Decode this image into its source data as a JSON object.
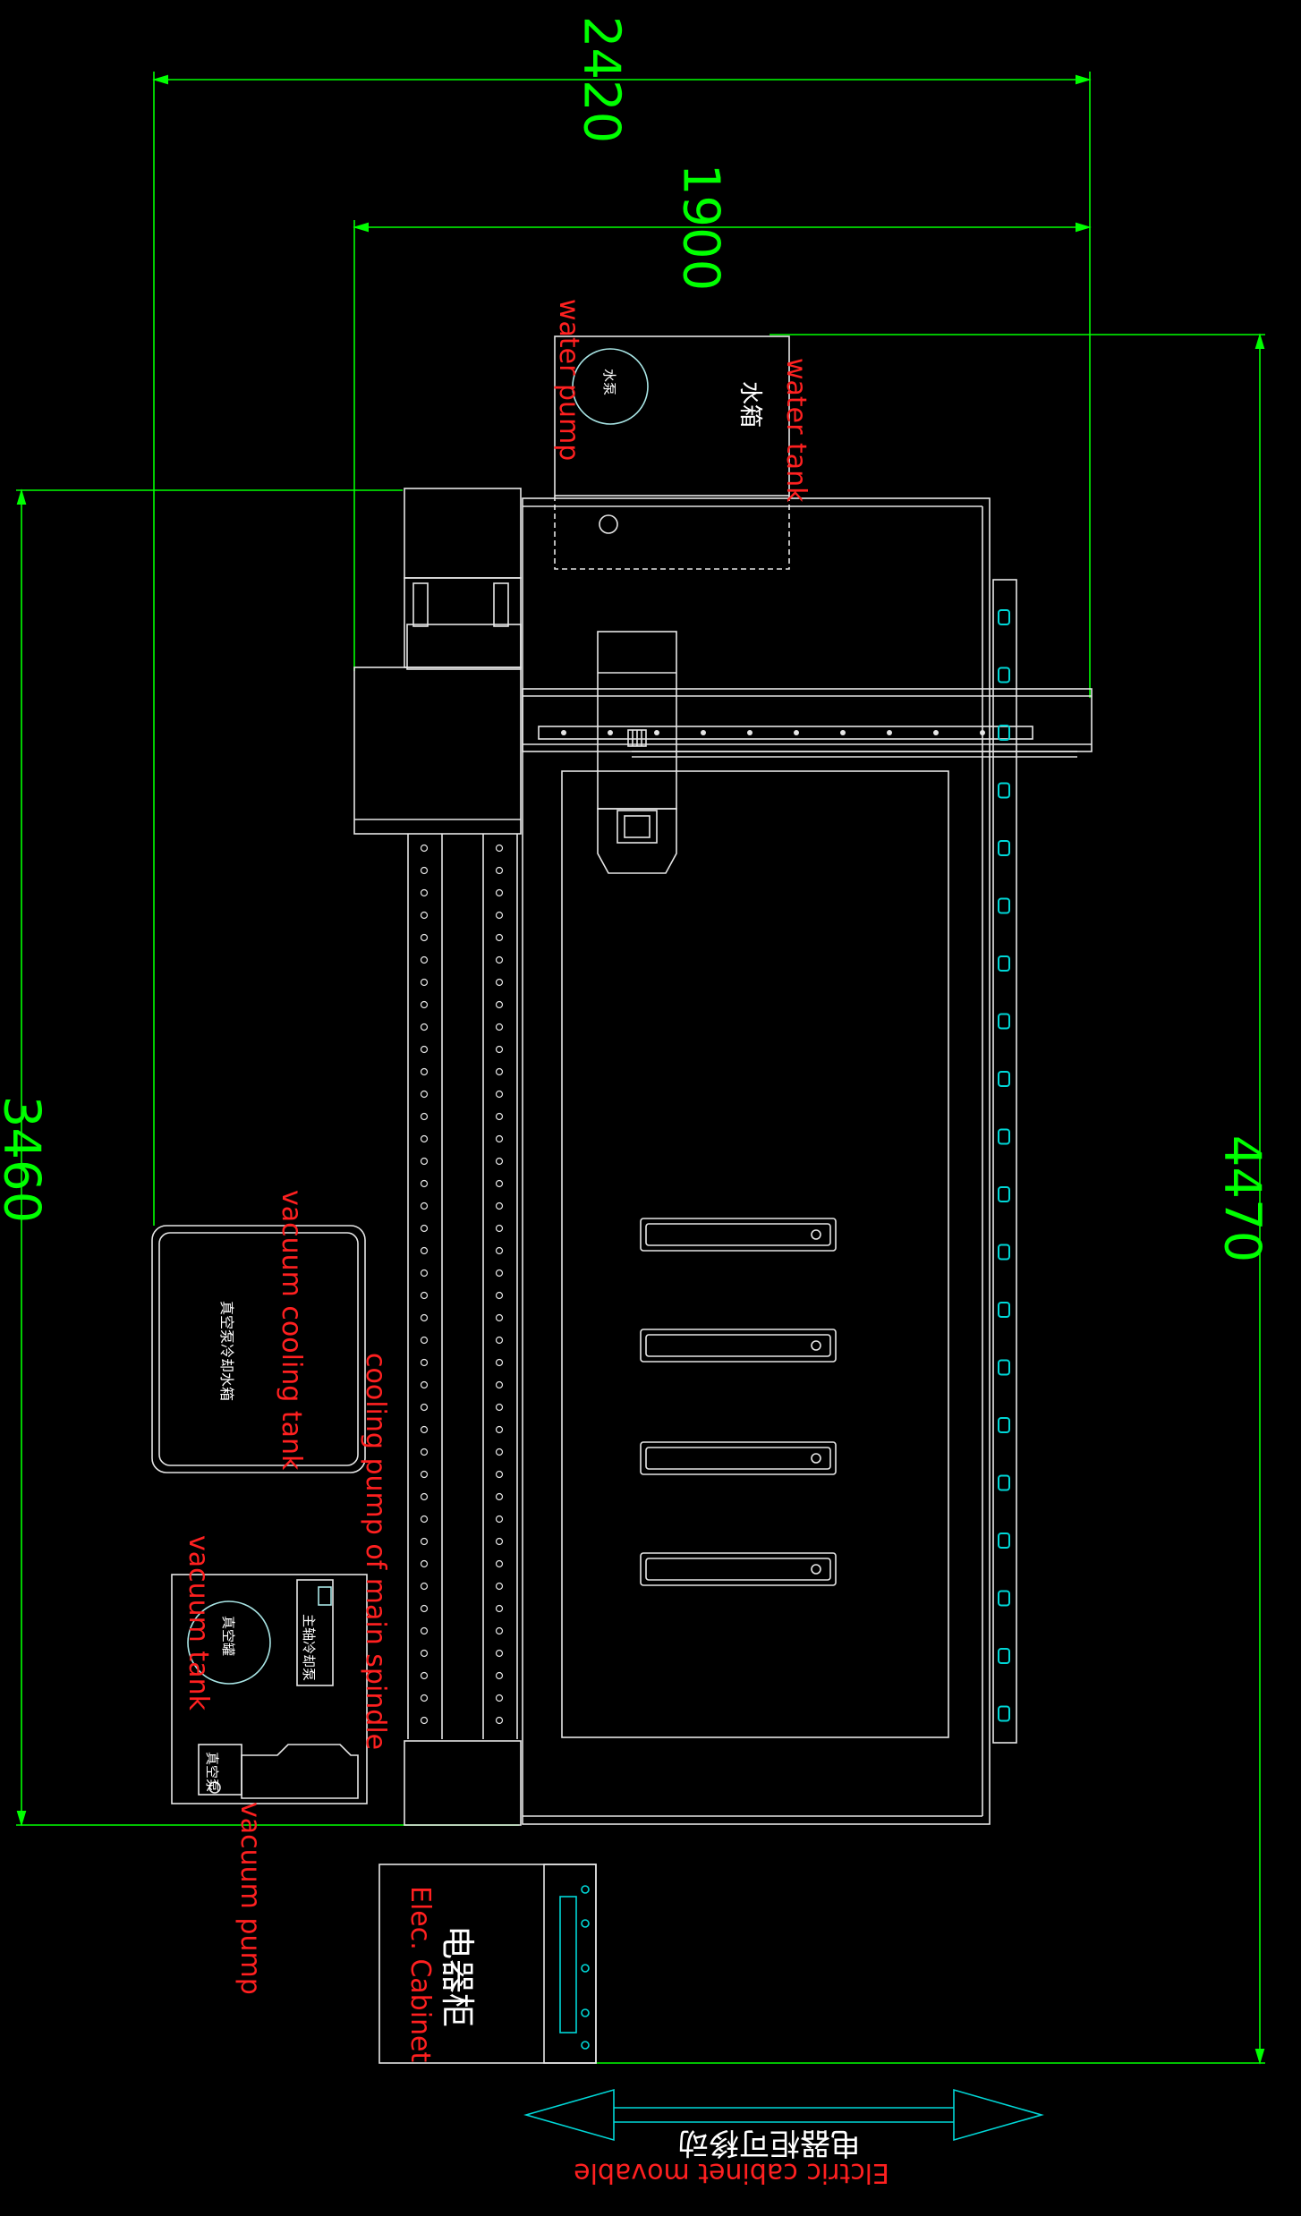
{
  "dimensions": {
    "top_width": "2420",
    "inner_width": "1900",
    "left_height": "3460",
    "right_height": "4470"
  },
  "labels": {
    "water_pump_en": "water pump",
    "water_pump_cn": "水泵",
    "water_tank_en": "water tank",
    "water_tank_cn": "水箱",
    "vacuum_cooling_tank_en": "vacuum cooling tank",
    "vacuum_cooling_tank_cn": "真空泵冷却水箱",
    "cooling_pump_en": "cooling pump of main spindle",
    "cooling_pump_cn": "主轴冷却泵",
    "vacuum_tank_en": "vacuum tank",
    "vacuum_tank_cn": "真空罐",
    "vacuum_pump_en": "vacuum pump",
    "vacuum_pump_cn": "真空泵",
    "elec_cabinet_cn": "电器柜",
    "elec_cabinet_en": "Elec. Cabinet",
    "movable_cn": "电器柜可移动",
    "movable_en": "Elctric cabinet movable"
  },
  "colors": {
    "background": "#000000",
    "lines": "#e6e6e6",
    "dimension": "#00ff00",
    "annotation": "#ff2020",
    "cyan": "#00d8d8",
    "tank_outline": "#a9e6e6"
  }
}
